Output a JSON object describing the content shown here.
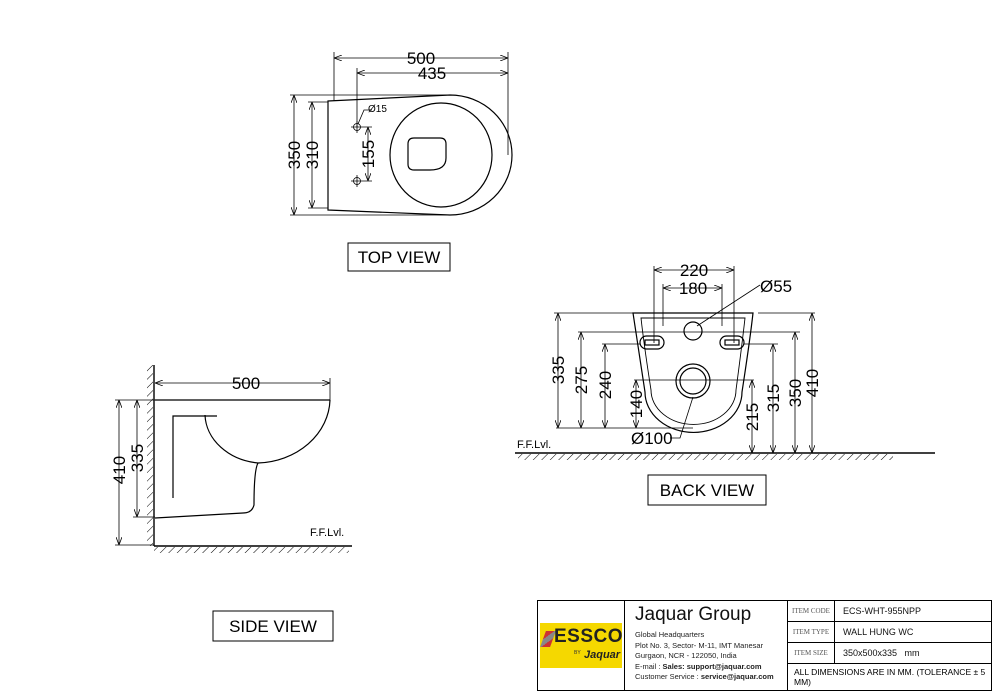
{
  "top_view": {
    "title": "TOP VIEW",
    "dims": {
      "overall_length": "500",
      "fixing_length": "435",
      "overall_width": "350",
      "inner_width": "310",
      "hole_spacing": "155",
      "hole_dia": "Ø15"
    }
  },
  "back_view": {
    "title": "BACK VIEW",
    "floor_label": "F.F.Lvl.",
    "dims": {
      "outer_span": "220",
      "inner_span": "180",
      "inlet_dia": "Ø55",
      "outlet_dia": "Ø100",
      "h335": "335",
      "h275": "275",
      "h240": "240",
      "h140": "140",
      "h215": "215",
      "h315": "315",
      "h350": "350",
      "h410": "410"
    }
  },
  "side_view": {
    "title": "SIDE VIEW",
    "floor_label": "F.F.Lvl.",
    "dims": {
      "length": "500",
      "h410": "410",
      "h335": "335"
    }
  },
  "title_block": {
    "logo_brand": "ESSCO",
    "logo_sub": "Jaquar",
    "logo_by": "BY",
    "company": "Jaquar Group",
    "address": [
      "Global Headquarters",
      "Plot No. 3, Sector- M-11, IMT Manesar",
      "Gurgaon, NCR - 122050, India"
    ],
    "email_label": "E-mail : ",
    "email_value": "Sales: support@jaquar.com",
    "service_label": "Customer Service : ",
    "service_value": "service@jaquar.com",
    "item_code_label": "ITEM CODE",
    "item_code": "ECS-WHT-955NPP",
    "item_type_label": "ITEM TYPE",
    "item_type": "WALL HUNG WC",
    "item_size_label": "ITEM SIZE",
    "item_size": "350x500x335   mm",
    "note": "ALL DIMENSIONS ARE IN MM. (TOLERANCE ± 5 MM)"
  }
}
